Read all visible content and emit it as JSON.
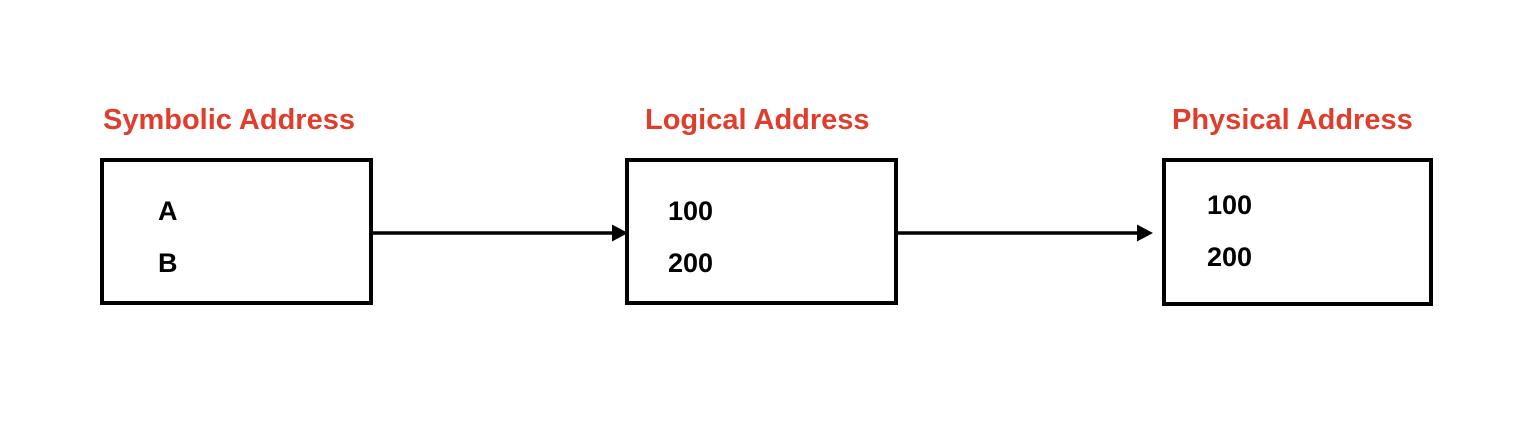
{
  "diagram": {
    "background_color": "#ffffff",
    "heading_color": "#DE3E2B",
    "box_border_color": "#000000",
    "arrow_color": "#000000",
    "columns": [
      {
        "id": "symbolic",
        "label": "Symbolic Address",
        "items": [
          "A",
          "B"
        ]
      },
      {
        "id": "logical",
        "label": "Logical Address",
        "items": [
          "100",
          "200"
        ]
      },
      {
        "id": "physical",
        "label": "Physical Address",
        "items": [
          "100",
          "200"
        ]
      }
    ],
    "arrows": [
      {
        "from": "symbolic",
        "to": "logical"
      },
      {
        "from": "logical",
        "to": "physical"
      }
    ]
  }
}
